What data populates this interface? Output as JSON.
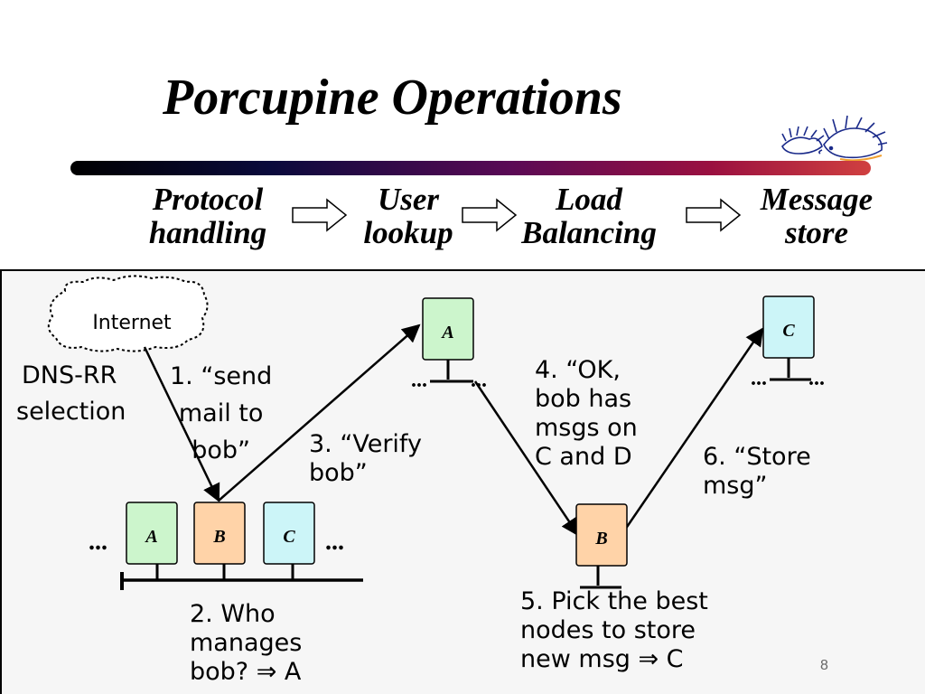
{
  "slide": {
    "title": "Porcupine Operations",
    "page_number": "8"
  },
  "pipeline": [
    {
      "line1": "Protocol",
      "line2": "handling"
    },
    {
      "line1": "User",
      "line2": "lookup"
    },
    {
      "line1": "Load",
      "line2": "Balancing"
    },
    {
      "line1": "Message",
      "line2": "store"
    }
  ],
  "diagram": {
    "internet_label": "Internet",
    "dns_label_1": "DNS-RR",
    "dns_label_2": "selection",
    "ellipsis": "...",
    "nodes": {
      "top_a": "A",
      "top_c": "C",
      "cluster_a": "A",
      "cluster_b": "B",
      "cluster_c": "C",
      "mid_b": "B"
    },
    "steps": {
      "s1": [
        "1. “send",
        "mail to",
        "bob”"
      ],
      "s2": [
        "2. Who",
        "manages",
        "bob? ⇒ A"
      ],
      "s3": [
        "3. “Verify",
        "bob”"
      ],
      "s4": [
        "4. “OK,",
        "bob has",
        "msgs on",
        "C and D"
      ],
      "s5": [
        "5. Pick the best",
        "nodes to store",
        "new msg ⇒ C"
      ],
      "s6": [
        "6. “Store",
        "msg”"
      ]
    },
    "colors": {
      "node_a": "#ccf5cc",
      "node_b": "#ffd3a8",
      "node_c": "#ccf5f8",
      "node_border": "#000000"
    }
  }
}
